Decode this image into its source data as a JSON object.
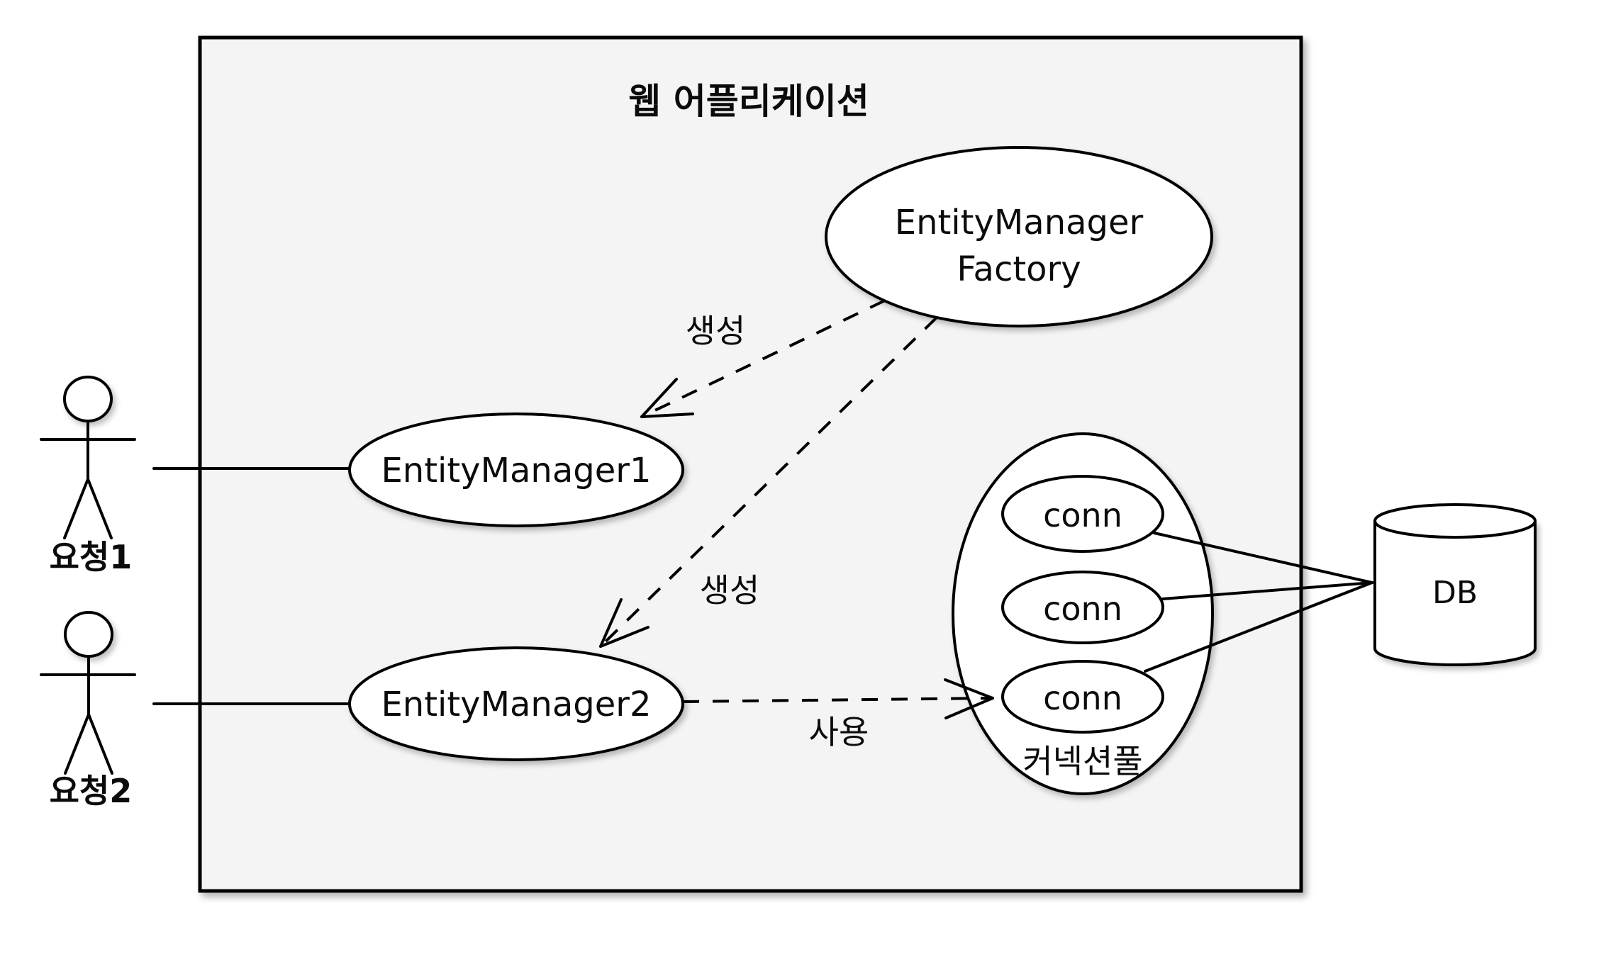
{
  "diagram": {
    "title": "웹 어플리케이션",
    "colors": {
      "canvas_background": "#ffffff",
      "box_fill": "#f4f4f5",
      "stroke": "#000000",
      "shape_fill": "#ffffff",
      "text": "#0b0b0b"
    },
    "actors": [
      {
        "label": "요청1"
      },
      {
        "label": "요청2"
      }
    ],
    "nodes": {
      "factory": {
        "line1": "EntityManager",
        "line2": "Factory"
      },
      "entity_manager_1": {
        "label": "EntityManager1"
      },
      "entity_manager_2": {
        "label": "EntityManager2"
      }
    },
    "edges": {
      "create_to_em1": {
        "label": "생성",
        "style": "dashed-open-arrow"
      },
      "create_to_em2": {
        "label": "생성",
        "style": "dashed-open-arrow"
      },
      "use_conn": {
        "label": "사용",
        "style": "dashed-open-arrow"
      }
    },
    "connection_pool": {
      "label": "커넥션풀",
      "connections": [
        {
          "label": "conn"
        },
        {
          "label": "conn"
        },
        {
          "label": "conn"
        }
      ]
    },
    "database": {
      "label": "DB"
    }
  }
}
